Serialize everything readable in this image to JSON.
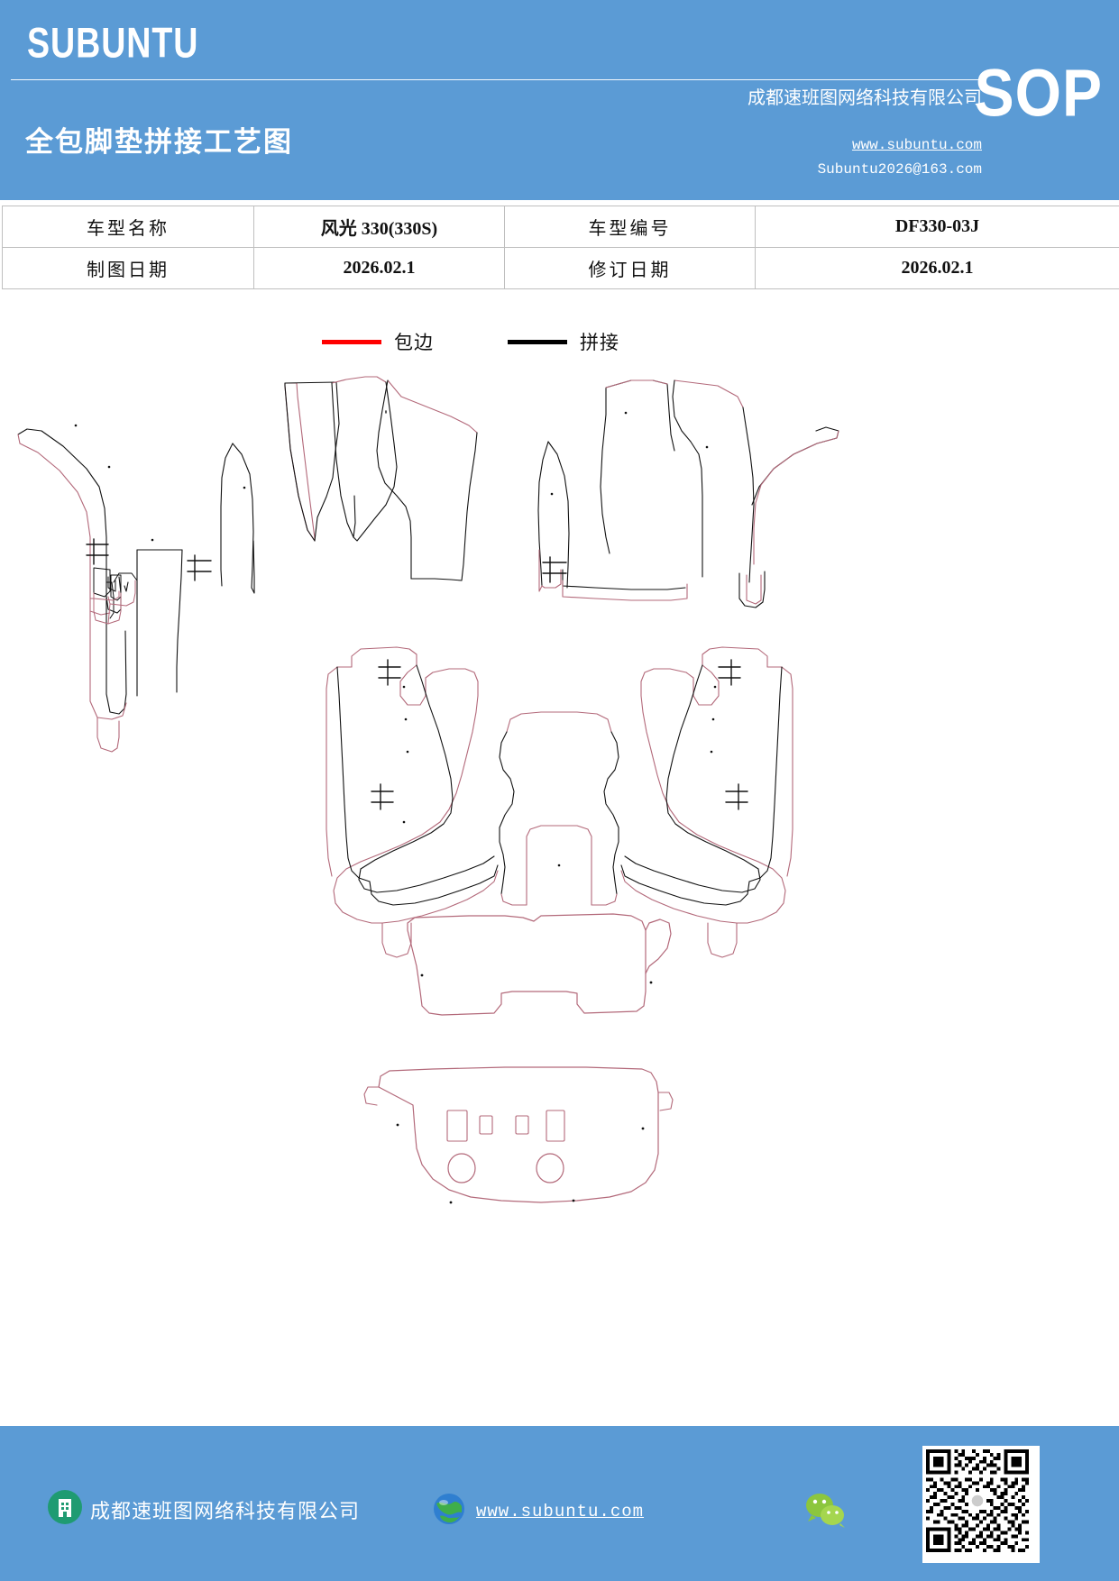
{
  "header": {
    "brand": "SUBUNTU",
    "doc_title": "全包脚垫拼接工艺图",
    "sop_badge": "SOP",
    "company": "成都速班图网络科技有限公司",
    "website": "www.subuntu.com",
    "email": "Subuntu2026@163.com",
    "background_color": "#5B9BD5"
  },
  "info_table": {
    "rows": [
      {
        "label_1": "车型名称",
        "value_1": "风光 330(330S)",
        "label_2": "车型编号",
        "value_2": "DF330-03J"
      },
      {
        "label_1": "制图日期",
        "value_1": "2026.02.1",
        "label_2": "修订日期",
        "value_2": "2026.02.1"
      }
    ]
  },
  "legend": {
    "items": [
      {
        "label": "包边",
        "color": "#ff0000",
        "meaning": "edge-binding"
      },
      {
        "label": "拼接",
        "color": "#000000",
        "meaning": "splicing-seam"
      }
    ]
  },
  "drawing": {
    "title": "全包脚垫拼接工艺图",
    "binding_color": "#b3697a",
    "seam_color": "#111111",
    "groups": [
      {
        "name": "front-left-panel-set",
        "count": 4
      },
      {
        "name": "front-right-panel-set",
        "count": 4
      },
      {
        "name": "second-row-left-mat",
        "count": 1
      },
      {
        "name": "second-row-right-mat",
        "count": 1
      },
      {
        "name": "center-tunnel-mat",
        "count": 1
      },
      {
        "name": "third-row-mat",
        "count": 1
      },
      {
        "name": "trunk-mat",
        "count": 1
      }
    ]
  },
  "footer": {
    "company": "成都速班图网络科技有限公司",
    "website": "www.subuntu.com",
    "background_color": "#5B9BD5",
    "building_icon": "building-icon",
    "globe_icon": "globe-icon",
    "wechat_icon": "wechat-icon",
    "qr_icon": "qr-code"
  }
}
